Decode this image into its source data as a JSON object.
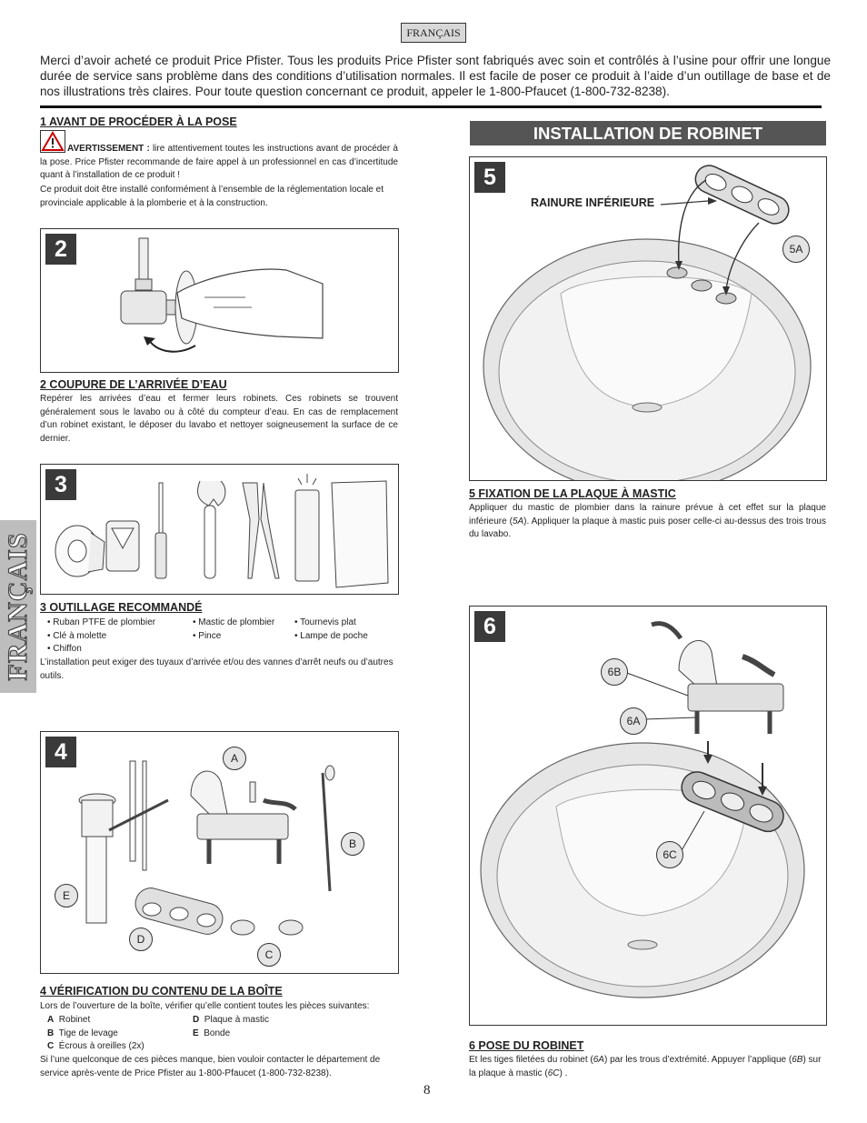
{
  "header": {
    "lang_badge": "FRANÇAIS"
  },
  "intro": "Merci d’avoir acheté ce produit Price Pfister. Tous les produits Price Pfister sont fabriqués avec soin et contrôlés à l’usine pour offrir une longue durée de service sans problème dans des conditions d’utilisation normales. Il est facile de poser ce produit à l’aide d’un outillage de base et de nos illustrations très claires. Pour toute question concernant ce produit, appeler le 1-800-Pfaucet (1-800-732-8238).",
  "side_tab": "FRANÇAIS",
  "banner": "INSTALLATION DE ROBINET",
  "section1": {
    "title": "1  AVANT DE PROCÉDER À LA POSE",
    "warning_label": "AVERTISSEMENT :",
    "warning_text": " lire attentivement toutes les instructions avant de procéder à la pose. Price Pfister recommande de faire appel à un professionnel en cas d’incertitude quant à l’installation de ce produit !",
    "body": "Ce produit doit être installé conformément à l’ensemble de la réglementation locale et provinciale applicable à la plomberie et à la construction."
  },
  "section2": {
    "step": "2",
    "title": "2  COUPURE DE L’ARRIVÉE D’EAU",
    "body": "Repérer les arrivées d’eau et fermer leurs robinets. Ces robinets se trouvent généralement sous le lavabo ou à côté du compteur d’eau. En cas de remplacement d’un robinet existant, le déposer du lavabo et nettoyer soigneusement la surface de ce dernier."
  },
  "section3": {
    "step": "3",
    "title": "3  OUTILLAGE RECOMMANDÉ",
    "tools_col1": [
      "• Ruban PTFE de plombier",
      "• Clé à molette",
      "• Chiffon"
    ],
    "tools_col2": [
      "• Mastic de plombier",
      "• Pince"
    ],
    "tools_col3": [
      "• Tournevis plat",
      "• Lampe de poche"
    ],
    "note": "L’installation peut exiger des tuyaux d’arrivée et/ou des vannes d’arrêt neufs ou d’autres outils."
  },
  "section4": {
    "step": "4",
    "title": "4  VÉRIFICATION DU CONTENU DE LA BOÎTE",
    "intro": "Lors de l’ouverture de la boîte, vérifier qu’elle contient toutes les pièces suivantes:",
    "parts_left": [
      {
        "letter": "A",
        "name": "Robinet"
      },
      {
        "letter": "B",
        "name": "Tige de levage"
      },
      {
        "letter": "C",
        "name": "Écrous à oreilles (2x)"
      }
    ],
    "parts_right": [
      {
        "letter": "D",
        "name": "Plaque à mastic"
      },
      {
        "letter": "E",
        "name": "Bonde"
      }
    ],
    "callouts": {
      "a": "A",
      "b": "B",
      "c": "C",
      "d": "D",
      "e": "E"
    },
    "footer": "Si l’une quelconque de ces pièces manque, bien vouloir contacter le département de service après-vente de Price Pfister au 1-800-Pfaucet (1-800-732-8238)."
  },
  "section5": {
    "step": "5",
    "label": "RAINURE INFÉRIEURE",
    "callout": "5A",
    "title": "5  FIXATION DE LA PLAQUE À MASTIC",
    "body_a": "Appliquer du mastic de plombier dans la rainure prévue à cet effet sur la plaque inférieure (",
    "body_ref": "5A",
    "body_b": "). Appliquer la plaque à mastic puis poser celle-ci au-dessus des trois trous du lavabo."
  },
  "section6": {
    "step": "6",
    "callouts": {
      "b": "6B",
      "a": "6A",
      "c": "6C"
    },
    "title": "6  POSE DU ROBINET",
    "t1": "Et les tiges filetées du robinet (",
    "r1": "6A",
    "t2": ") par les trous d’extrémité. Appuyer l’applique (",
    "r2": "6B",
    "t3": ") sur la plaque à mastic (",
    "r3": "6C",
    "t4": ") ."
  },
  "page_number": "8",
  "colors": {
    "step_box": "#3a3a3a",
    "banner": "#555555",
    "side_tab": "#bdbdbd"
  }
}
